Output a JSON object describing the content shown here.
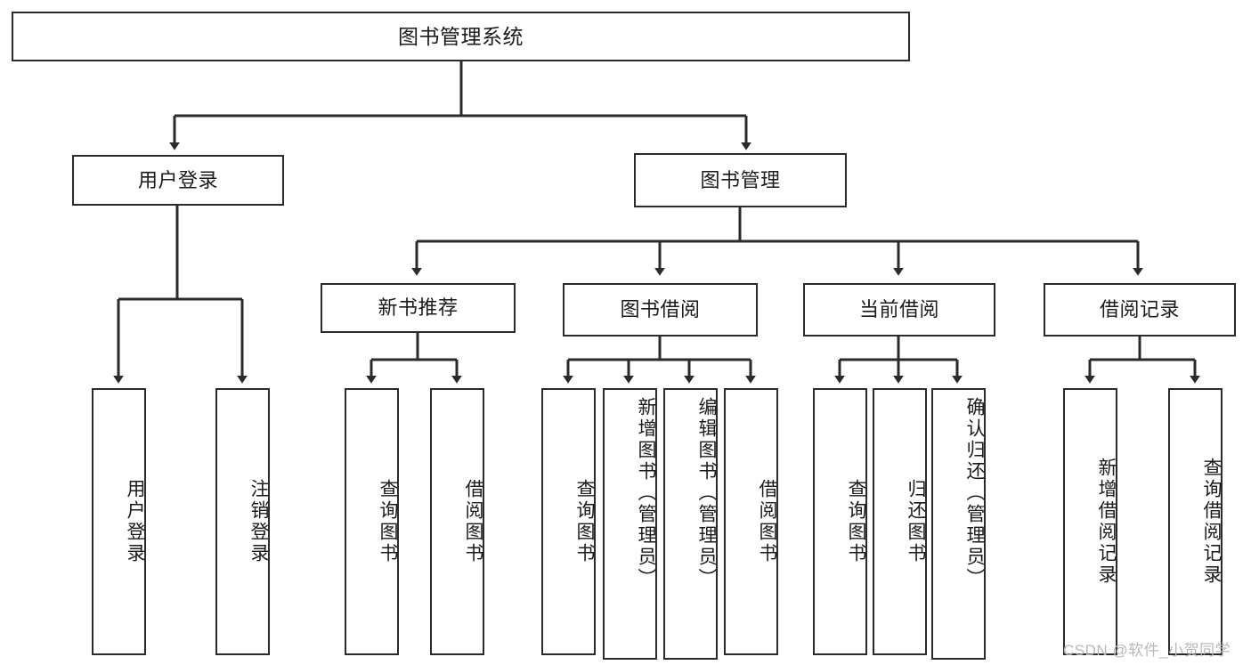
{
  "diagram": {
    "type": "tree-hierarchy",
    "title": "图书管理系统",
    "root": {
      "id": "root",
      "label": "图书管理系统"
    },
    "level2": [
      {
        "id": "user-login",
        "label": "用户登录"
      },
      {
        "id": "book-manage",
        "label": "图书管理"
      }
    ],
    "level3": [
      {
        "id": "new-book-rec",
        "label": "新书推荐",
        "parent": "book-manage"
      },
      {
        "id": "book-borrow",
        "label": "图书借阅",
        "parent": "book-manage"
      },
      {
        "id": "current-borrow",
        "label": "当前借阅",
        "parent": "book-manage"
      },
      {
        "id": "borrow-record",
        "label": "借阅记录",
        "parent": "book-manage"
      }
    ],
    "leaves": [
      {
        "id": "leaf-user-login",
        "label": "用户登录",
        "parent": "user-login"
      },
      {
        "id": "leaf-logout",
        "label": "注销登录",
        "parent": "user-login"
      },
      {
        "id": "leaf-query-book-1",
        "label": "查询图书",
        "parent": "new-book-rec"
      },
      {
        "id": "leaf-borrow-book-1",
        "label": "借阅图书",
        "parent": "new-book-rec"
      },
      {
        "id": "leaf-query-book-2",
        "label": "查询图书",
        "parent": "book-borrow"
      },
      {
        "id": "leaf-add-book",
        "label": "新增图书（管理员）",
        "parent": "book-borrow"
      },
      {
        "id": "leaf-edit-book",
        "label": "编辑图书（管理员）",
        "parent": "book-borrow"
      },
      {
        "id": "leaf-borrow-book-2",
        "label": "借阅图书",
        "parent": "book-borrow"
      },
      {
        "id": "leaf-query-book-3",
        "label": "查询图书",
        "parent": "current-borrow"
      },
      {
        "id": "leaf-return-book",
        "label": "归还图书",
        "parent": "current-borrow"
      },
      {
        "id": "leaf-confirm-return",
        "label": "确认归还（管理员）",
        "parent": "current-borrow"
      },
      {
        "id": "leaf-add-record",
        "label": "新增借阅记录",
        "parent": "borrow-record"
      },
      {
        "id": "leaf-query-record",
        "label": "查询借阅记录",
        "parent": "borrow-record"
      }
    ],
    "colors": {
      "stroke": "#2b2b2b",
      "fill": "#ffffff",
      "text": "#1b1b1b",
      "watermark": "#b9b9b9"
    }
  },
  "watermark": {
    "text": "CSDN @软件_小贺同学"
  }
}
